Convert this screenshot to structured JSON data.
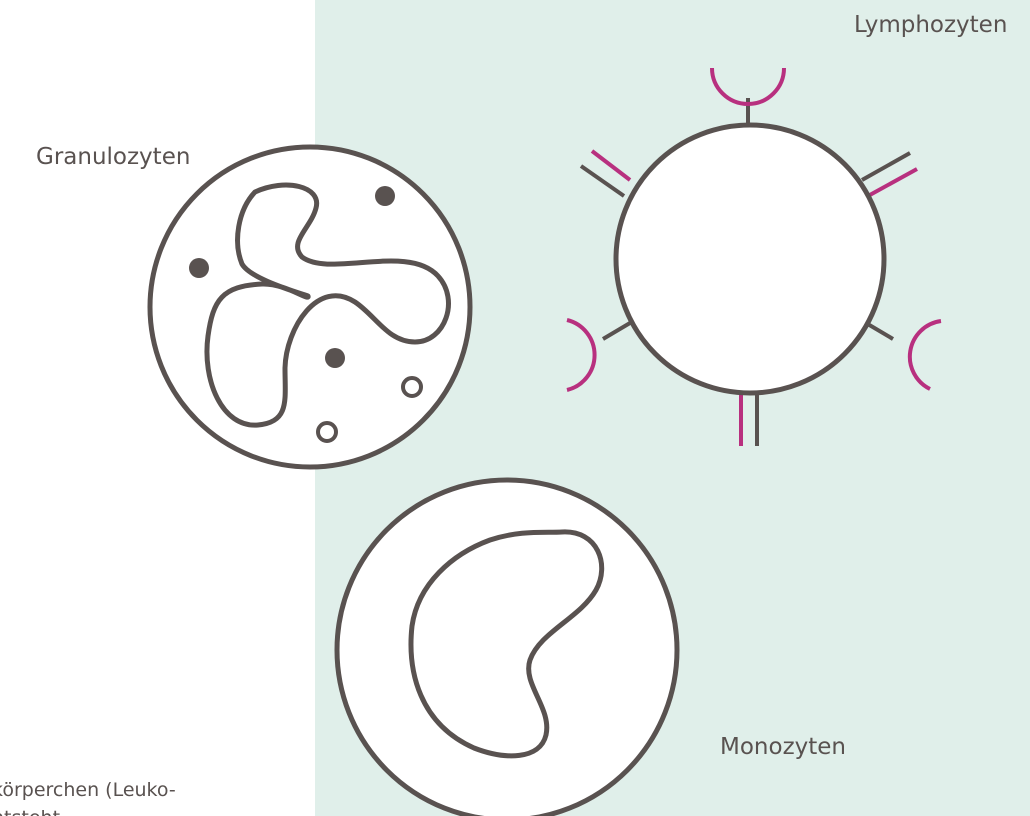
{
  "labels": {
    "lymphocytes": "Lymphozyten",
    "granulocytes": "Granulozyten",
    "monocytes": "Monozyten"
  },
  "caption": {
    "line1": "körperchen (Leuko-",
    "line2": "ntsteht ..."
  },
  "colors": {
    "panel": "#e0efea",
    "outline": "#595250",
    "receptor": "#b8307f",
    "background": "#ffffff"
  }
}
